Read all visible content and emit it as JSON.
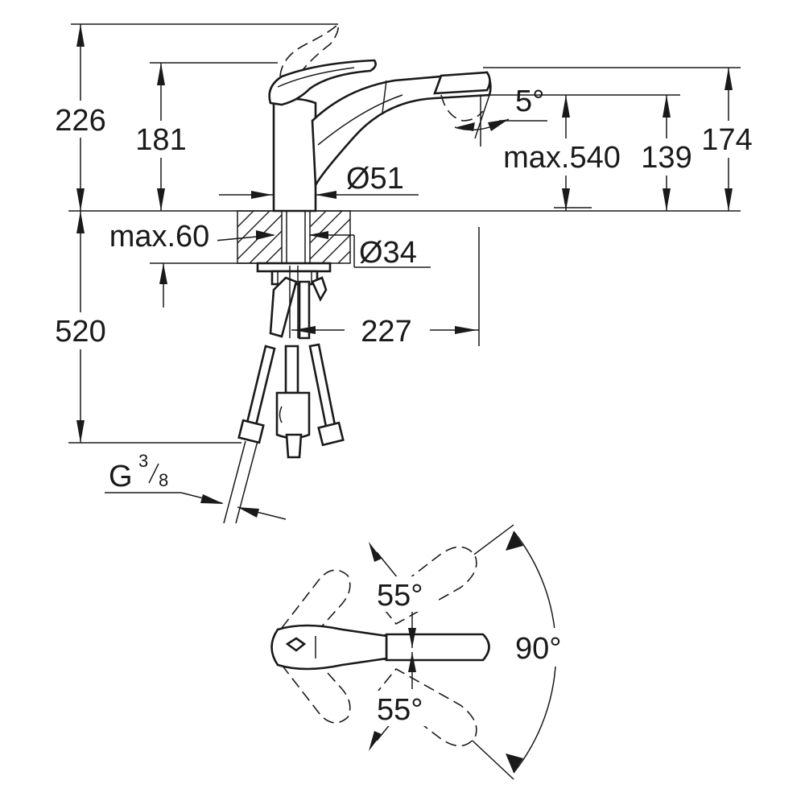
{
  "dimensions": {
    "total_height": "226",
    "spout_height": "181",
    "pullout_length": "max.540",
    "outlet_height": "139",
    "spout_top_height": "174",
    "spout_angle": "5°",
    "body_diameter": "Ø51",
    "hole_diameter": "Ø34",
    "deck_thickness": "max.60",
    "hose_length": "520",
    "reach": "227",
    "connection_letter": "G",
    "connection_num": "3",
    "connection_den": "8"
  },
  "top_view": {
    "swing_left": "55°",
    "swing_right": "55°",
    "spout_swivel": "90°"
  }
}
